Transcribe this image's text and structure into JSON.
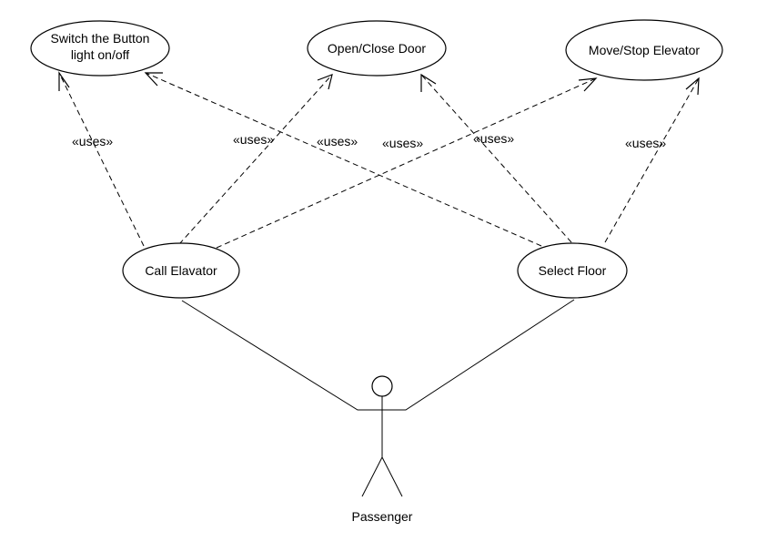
{
  "use_cases": {
    "switch_light": {
      "line1": "Switch the Button",
      "line2": "light on/off"
    },
    "open_close_door": {
      "label": "Open/Close Door"
    },
    "move_stop_elevator": {
      "label": "Move/Stop Elevator"
    },
    "call_elevator": {
      "label": "Call  Elavator"
    },
    "select_floor": {
      "label": "Select Floor"
    }
  },
  "actor": {
    "name": "Passenger"
  },
  "stereotype": "«uses»"
}
